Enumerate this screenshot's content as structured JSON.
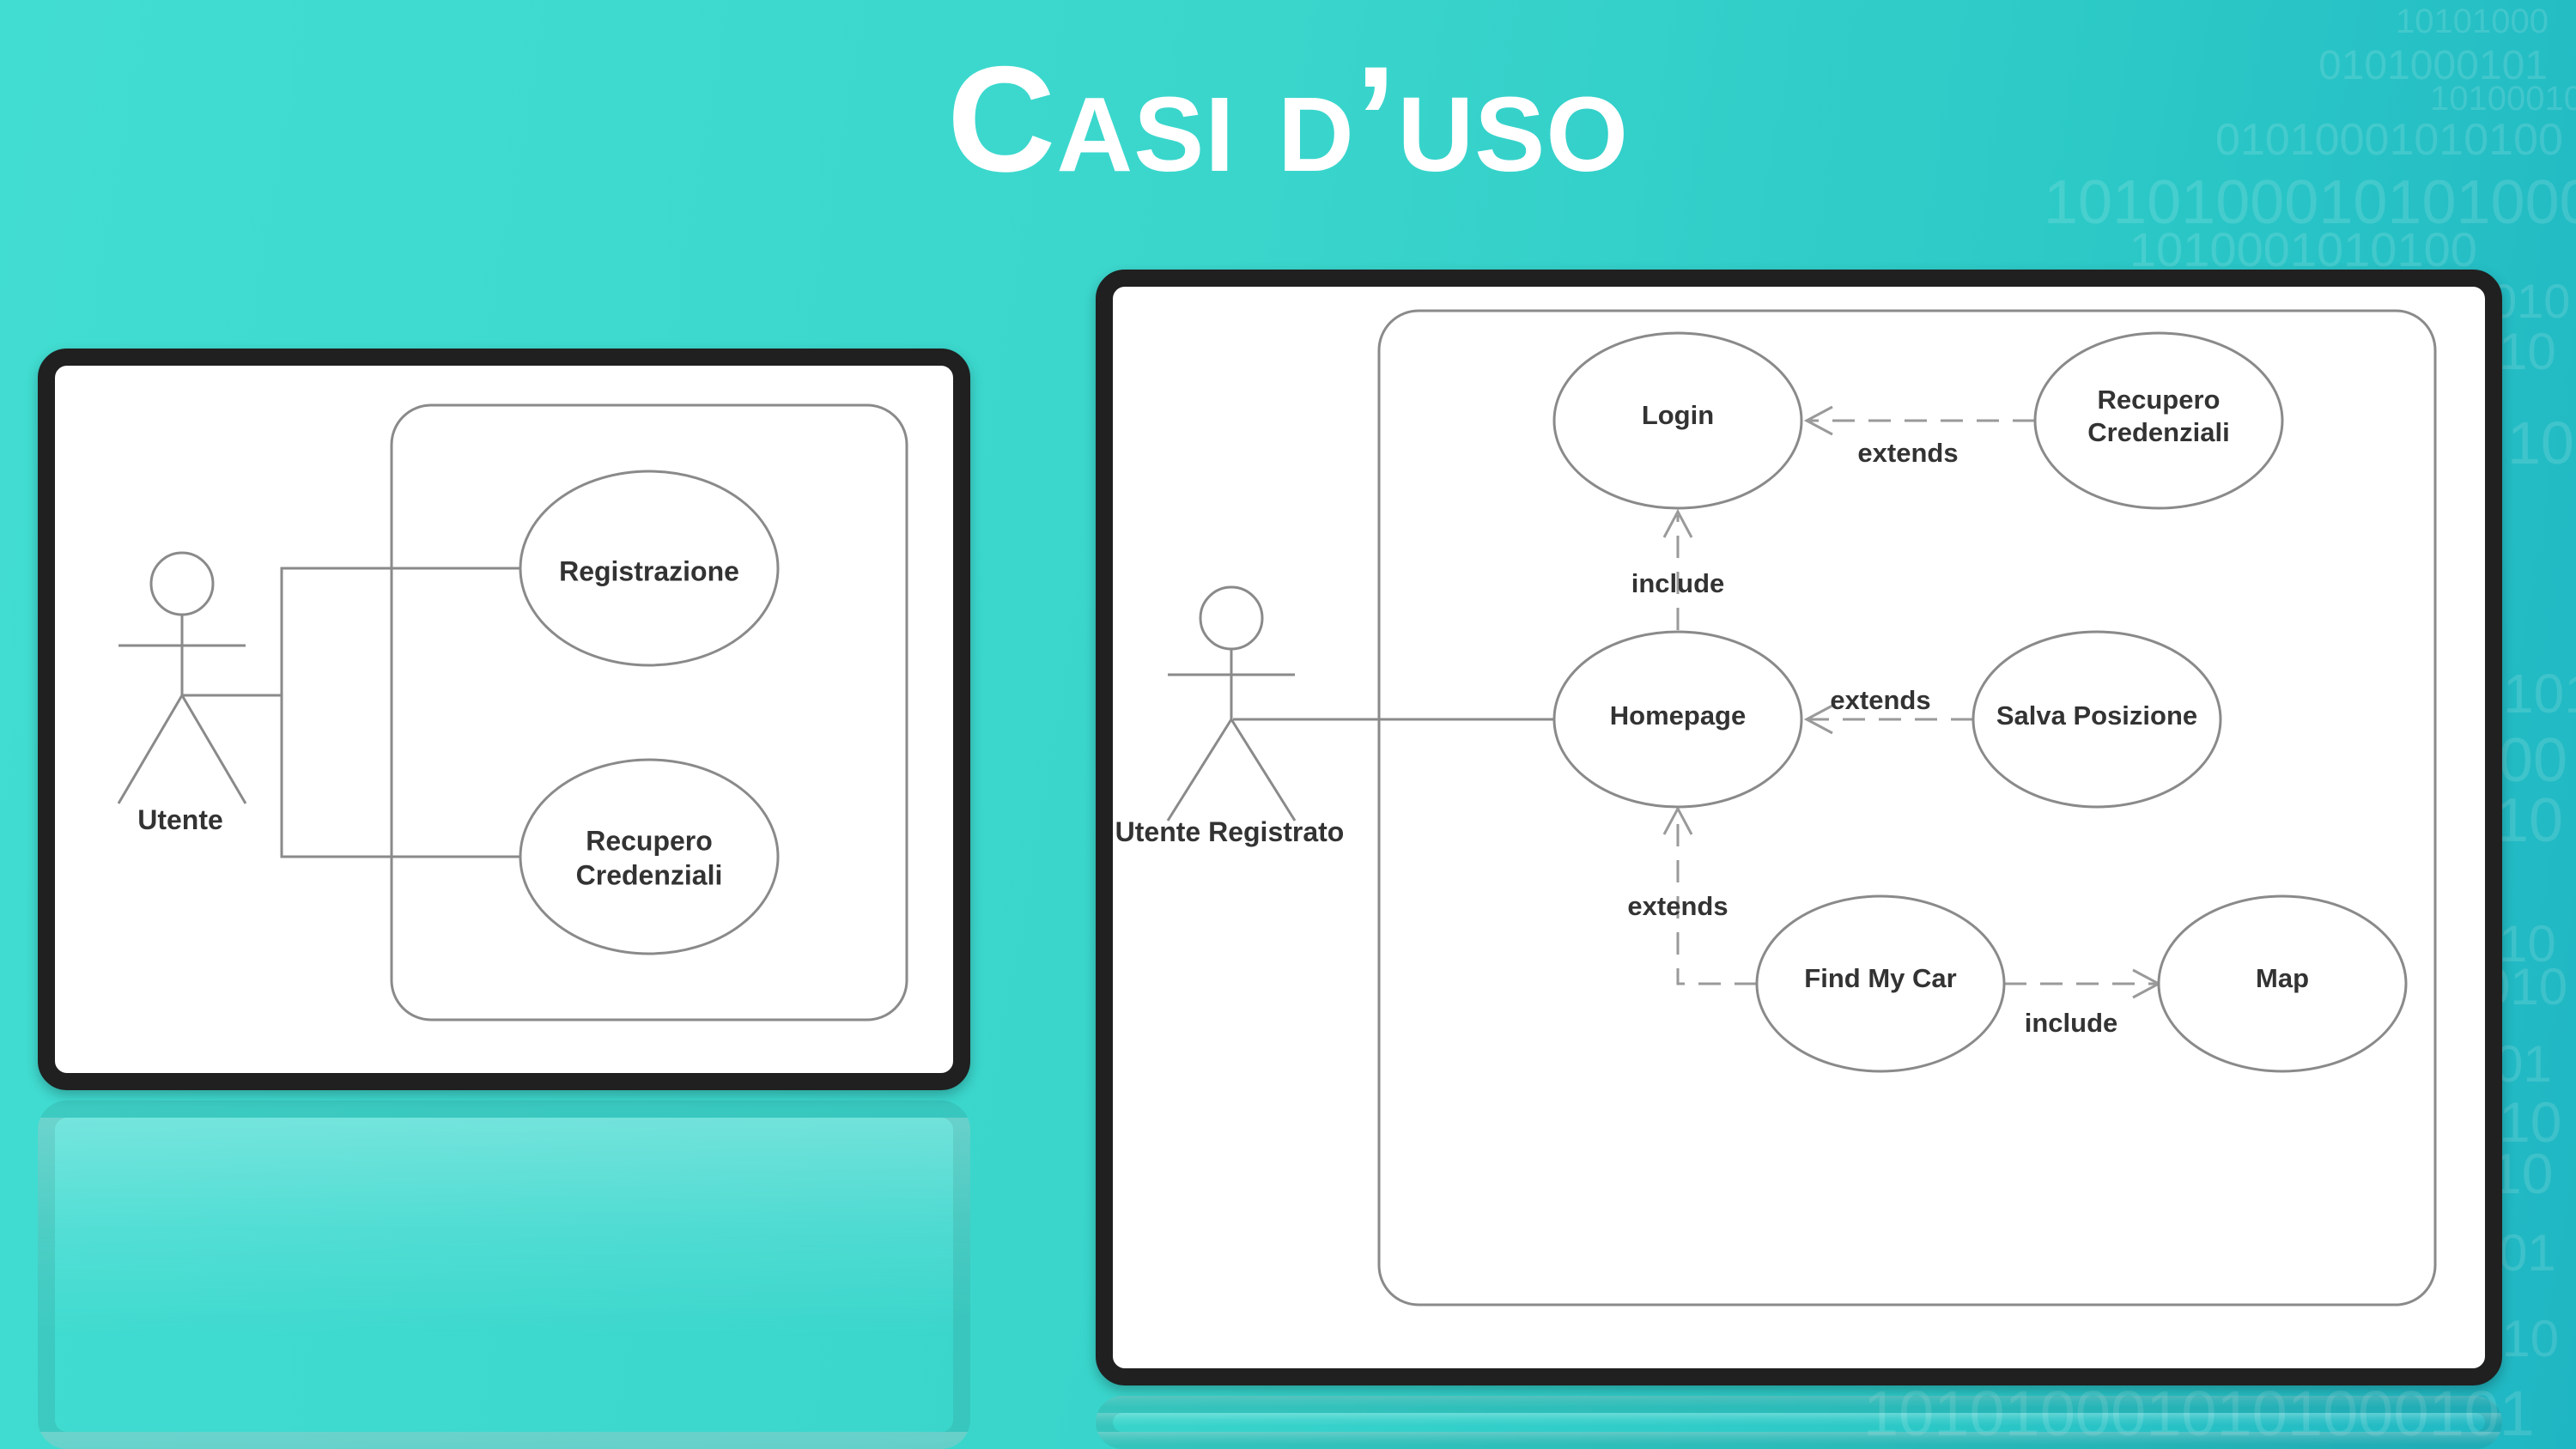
{
  "slide": {
    "title": "Casi d’uso",
    "background_colors": [
      "#42ddd2",
      "#1fb6c3"
    ],
    "text_color": "#ffffff"
  },
  "left_diagram": {
    "actor": "Utente",
    "use_cases": [
      "Registrazione",
      "Recupero",
      "Credenziali"
    ]
  },
  "right_diagram": {
    "actor": "Utente Registrato",
    "use_cases": {
      "login": "Login",
      "recupero": [
        "Recupero",
        "Credenziali"
      ],
      "homepage": "Homepage",
      "salva": "Salva Posizione",
      "findmycar": "Find My Car",
      "map": "Map"
    },
    "relations": {
      "recupero_login": "extends",
      "homepage_login": "include",
      "salva_homepage": "extends",
      "findmycar_homepage": "extends",
      "findmycar_map": "include"
    }
  }
}
